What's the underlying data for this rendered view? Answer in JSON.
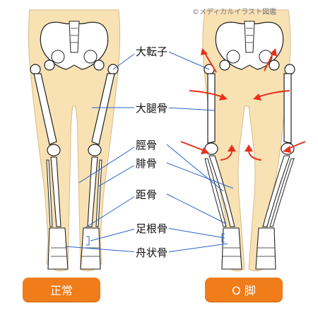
{
  "copyright": "©メディカルイラスト図鑑",
  "labels": {
    "greater_trochanter": "大転子",
    "femur": "大腿骨",
    "tibia": "脛骨",
    "fibula": "腓骨",
    "talus": "距骨",
    "tarsal": "足根骨",
    "navicular": "舟状骨"
  },
  "buttons": {
    "normal": "正常",
    "bowlegs": "O 脚"
  },
  "colors": {
    "skin": "#f8e2b4",
    "bone_outline": "#222222",
    "leader_line": "#2a62c7",
    "arrow": "#e8301c",
    "button": "#f07c1a"
  }
}
